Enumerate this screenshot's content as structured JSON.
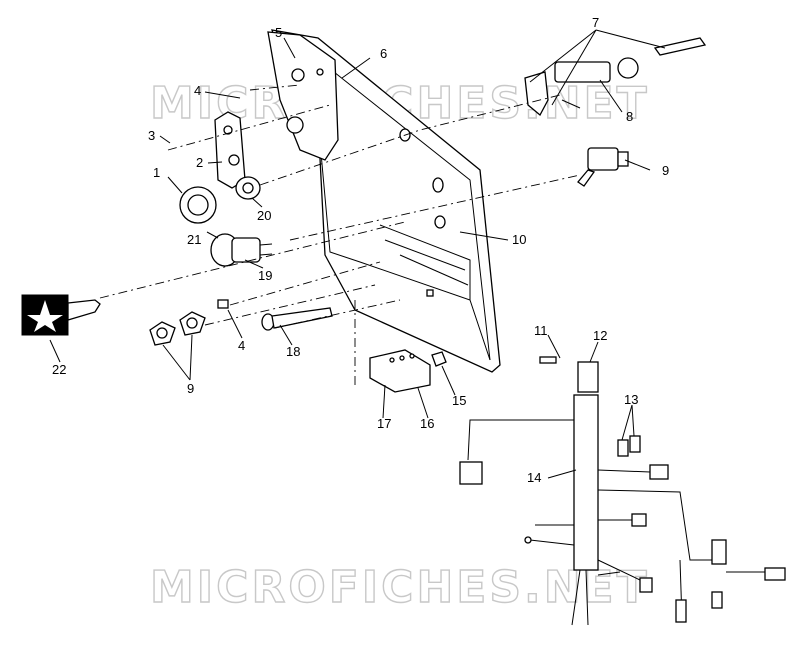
{
  "watermark": "MICROFICHES.NET",
  "callouts": [
    "1",
    "2",
    "3",
    "4",
    "5",
    "6",
    "7",
    "8",
    "9",
    "10",
    "11",
    "12",
    "13",
    "14",
    "15",
    "16",
    "17",
    "18",
    "19",
    "20",
    "21",
    "22"
  ],
  "callout_extra": {
    "label_4b": "4",
    "label_9b": "9"
  }
}
